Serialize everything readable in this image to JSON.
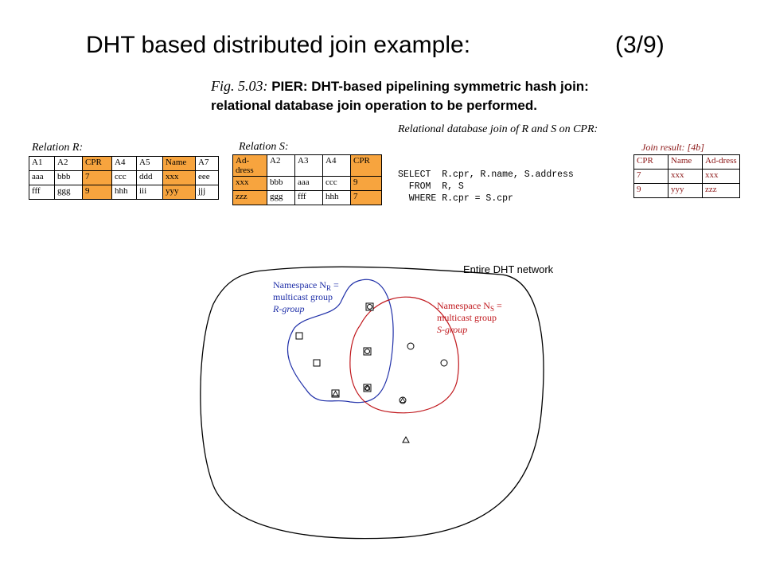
{
  "title": {
    "main": "DHT based distributed join example:",
    "page": "(3/9)"
  },
  "caption": {
    "fig_ref": "Fig. 5.03:",
    "line1_rest": " PIER: DHT-based pipelining symmetric hash join:",
    "line2": "relational database join operation to be performed."
  },
  "relation_r": {
    "label": "Relation R:",
    "rows": [
      [
        "A1",
        "A2",
        "CPR",
        "A4",
        "A5",
        "Name",
        "A7"
      ],
      [
        "aaa",
        "bbb",
        "7",
        "ccc",
        "ddd",
        "xxx",
        "eee"
      ],
      [
        "fff",
        "ggg",
        "9",
        "hhh",
        "iii",
        "yyy",
        "jjj"
      ]
    ]
  },
  "relation_s": {
    "label": "Relation S:",
    "rows": [
      [
        "Ad-dress",
        "A2",
        "A3",
        "A4",
        "CPR"
      ],
      [
        "xxx",
        "bbb",
        "aaa",
        "ccc",
        "9"
      ],
      [
        "zzz",
        "ggg",
        "fff",
        "hhh",
        "7"
      ]
    ]
  },
  "join_description": "Relational database join of R and S on CPR:",
  "sql": [
    "SELECT  R.cpr, R.name, S.address",
    "  FROM  R, S",
    "  WHERE R.cpr = S.cpr"
  ],
  "join_result": {
    "label": "Join result: [4b]",
    "rows": [
      [
        "CPR",
        "Name",
        "Ad-dress"
      ],
      [
        "7",
        "xxx",
        "xxx"
      ],
      [
        "9",
        "yyy",
        "zzz"
      ]
    ]
  },
  "diagram": {
    "network_label": "Entire DHT network",
    "r_group": {
      "line1": "Namespace N",
      "sub": "R",
      "eq": " =",
      "line2": "multicast group",
      "line3": "R-group",
      "color": "#1f2fa8"
    },
    "s_group": {
      "line1": "Namespace N",
      "sub": "S",
      "eq": " =",
      "line2": "multicast group",
      "line3": "S-group",
      "color": "#c0171c"
    }
  },
  "colors": {
    "highlight": "#f7a43e",
    "join_result_text": "#8a1414"
  }
}
